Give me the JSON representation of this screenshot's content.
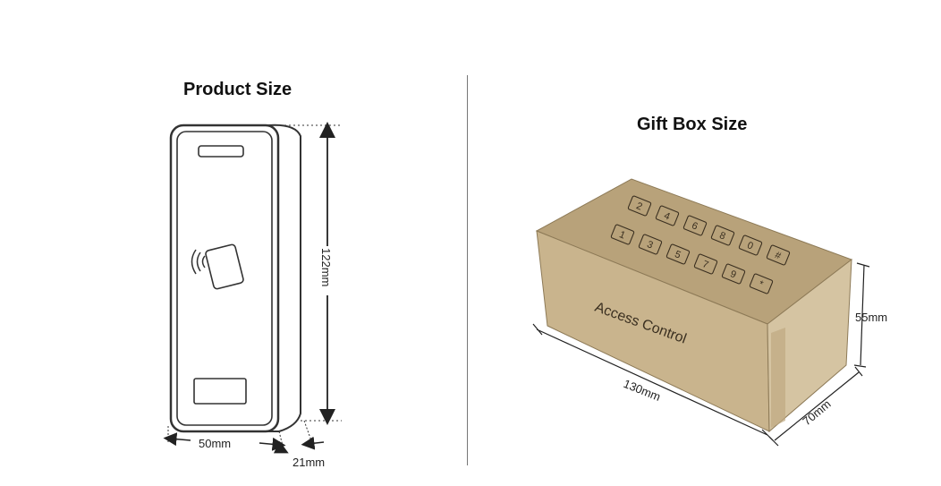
{
  "product": {
    "title": "Product Size",
    "width_label": "50mm",
    "depth_label": "21mm",
    "height_label": "122mm"
  },
  "gift_box": {
    "title": "Gift Box Size",
    "box_text": "Access Control",
    "keypad_keys": [
      "1",
      "2",
      "3",
      "4",
      "5",
      "6",
      "7",
      "8",
      "9",
      "0",
      "*",
      "#"
    ],
    "length_label": "130mm",
    "width_label": "70mm",
    "height_label": "55mm"
  },
  "colors": {
    "cardboard_front": "#c7b28c",
    "cardboard_top": "#b9a37c",
    "cardboard_side": "#d3c19e",
    "line": "#333333"
  }
}
